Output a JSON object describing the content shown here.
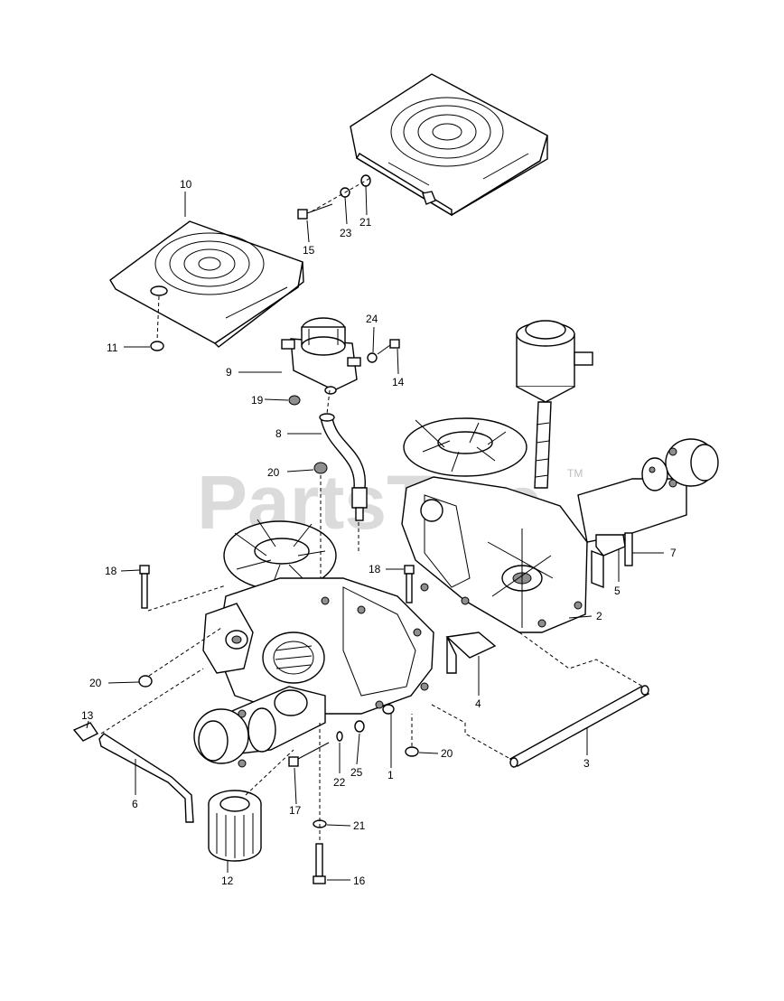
{
  "watermark": {
    "text": "PartsTree",
    "tm": "TM"
  },
  "callouts": {
    "c1": "1",
    "c2": "2",
    "c3": "3",
    "c4": "4",
    "c5": "5",
    "c6": "6",
    "c7": "7",
    "c8": "8",
    "c9": "9",
    "c10": "10",
    "c11": "11",
    "c12": "12",
    "c13": "13",
    "c14": "14",
    "c15": "15",
    "c16": "16",
    "c17": "17",
    "c18a": "18",
    "c18b": "18",
    "c19": "19",
    "c20a": "20",
    "c20b": "20",
    "c20c": "20",
    "c21a": "21",
    "c21b": "21",
    "c22": "22",
    "c23": "23",
    "c24": "24",
    "c25": "25"
  }
}
